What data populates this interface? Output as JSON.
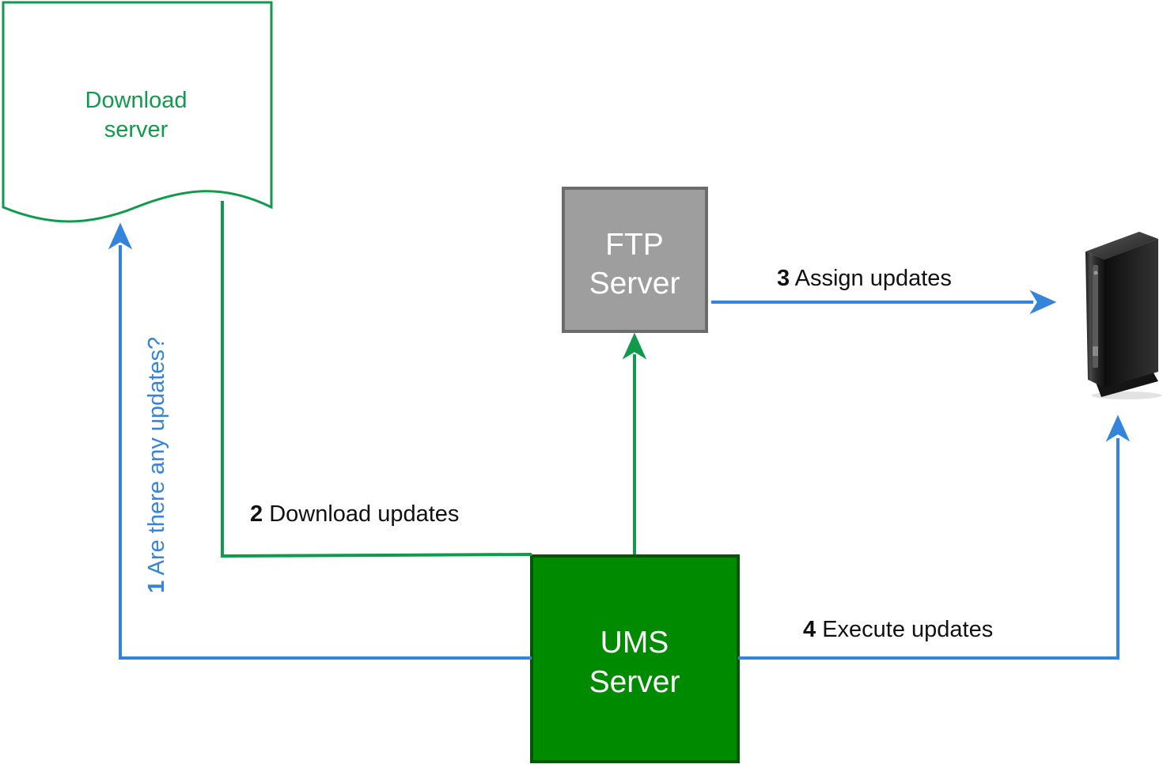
{
  "colors": {
    "blue": "#3584dc",
    "green": "#0f9a4c",
    "ums_fill": "#008a00",
    "ums_stroke": "#005700",
    "ftp_fill": "#9e9e9e",
    "ftp_stroke": "#6c6c6c",
    "text_dark": "#111111",
    "label_white": "#ffffff"
  },
  "nodes": {
    "download_server": {
      "line1": "Download",
      "line2": "server"
    },
    "ftp_server": {
      "line1": "FTP",
      "line2": "Server"
    },
    "ums_server": {
      "line1": "UMS",
      "line2": "Server"
    },
    "thin_client": {
      "icon": "thin-client-device-icon"
    }
  },
  "edges": {
    "step1": {
      "number": "1",
      "text": " Are there any updates?"
    },
    "step2": {
      "number": "2",
      "text": " Download updates"
    },
    "step3": {
      "number": "3",
      "text": " Assign updates"
    },
    "step4": {
      "number": "4",
      "text": " Execute updates"
    }
  }
}
